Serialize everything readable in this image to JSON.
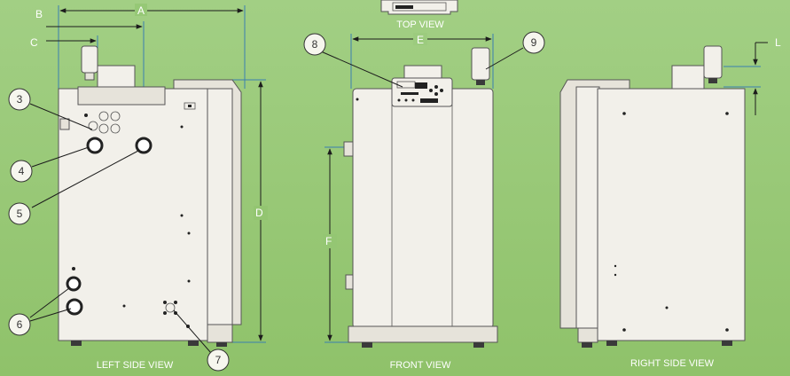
{
  "view_labels": {
    "top": "TOP VIEW",
    "left": "LEFT SIDE VIEW",
    "front": "FRONT VIEW",
    "right": "RIGHT SIDE VIEW"
  },
  "dimension_labels": {
    "a": "A",
    "b": "B",
    "c": "C",
    "d": "D",
    "e": "E",
    "f": "F",
    "l": "L"
  },
  "callouts": [
    "3",
    "4",
    "5",
    "6",
    "7",
    "8",
    "9"
  ],
  "colors": {
    "background_top": "#a2cf84",
    "background_bottom": "#8fc26a",
    "unit_body": "#f2f0ea",
    "callout_fill": "#f6f6ee",
    "extension_line": "#3a7fb0"
  }
}
